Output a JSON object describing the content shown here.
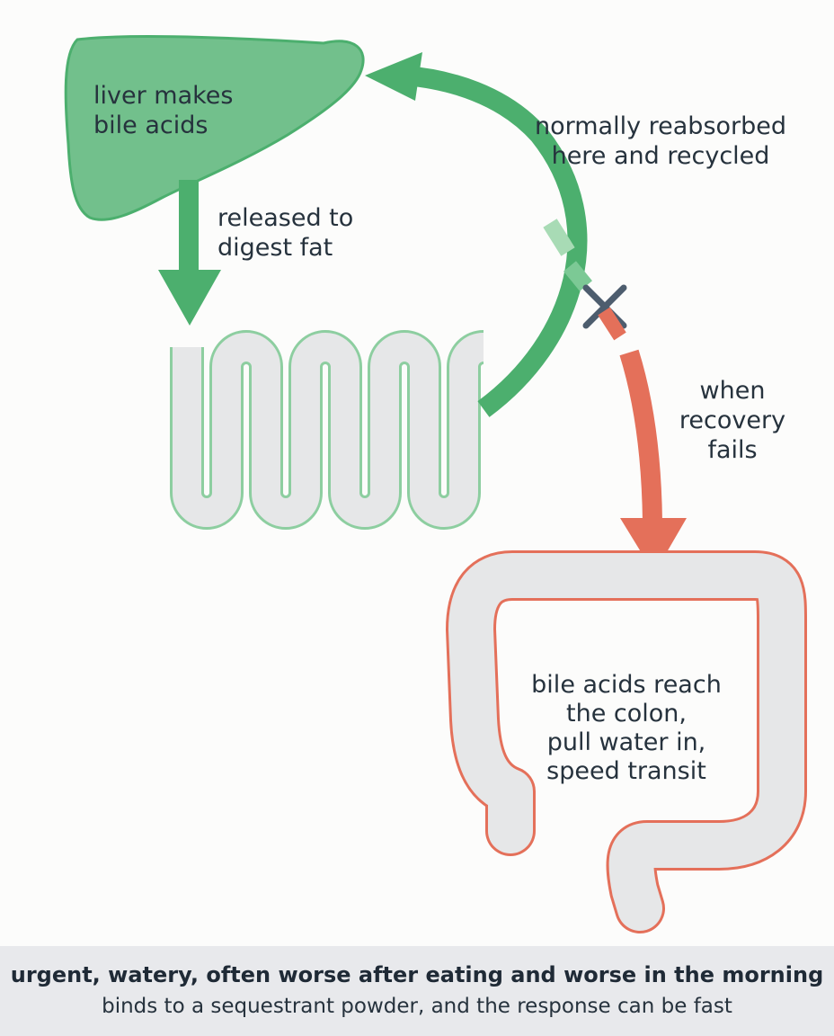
{
  "labels": {
    "liver": "liver makes\nbile acids",
    "released": "released to\ndigest fat",
    "reabsorbed": "normally reabsorbed\nhere and recycled",
    "recovery_fails": "when\nrecovery\nfails",
    "colon": "bile acids reach\nthe colon,\npull water in,\nspeed transit"
  },
  "footer": {
    "title": "urgent, watery, often worse after eating and worse in the morning",
    "subtitle": "binds to a sequestrant powder, and the response can be fast"
  },
  "colors": {
    "green": "#4caf6e",
    "liver_fill": "#72c08c",
    "red": "#e4705a",
    "organ_fill": "#e6e7e8",
    "blocked_x": "#4d5d6e"
  },
  "icons": {
    "blocked": "x-mark-icon"
  }
}
